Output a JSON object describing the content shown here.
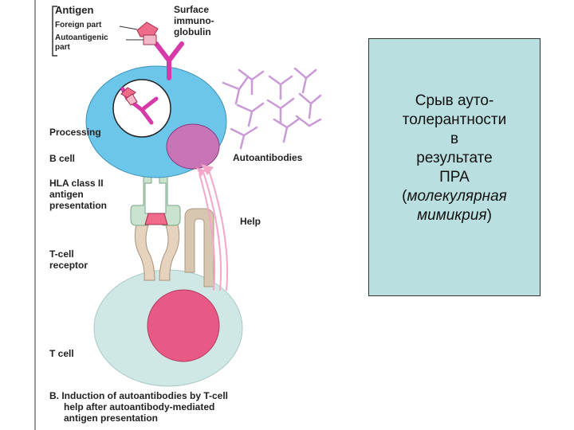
{
  "legend": {
    "antigen": "Antigen",
    "foreign_part": "Foreign part",
    "autoantigenic_part_line1": "Autoantigenic",
    "autoantigenic_part_line2": "part"
  },
  "labels": {
    "surface_ig_1": "Surface",
    "surface_ig_2": "immuno-",
    "surface_ig_3": "globulin",
    "processing": "Processing",
    "b_cell": "B cell",
    "autoantibodies": "Autoantibodies",
    "hla_1": "HLA class II",
    "hla_2": "antigen",
    "hla_3": "presentation",
    "help": "Help",
    "tcr_1": "T-cell",
    "tcr_2": "receptor",
    "t_cell": "T cell",
    "caption_1": "B. Induction of autoantibodies  by T-cell",
    "caption_2": "help after autoantibody-mediated",
    "caption_3": "antigen presentation"
  },
  "info": {
    "line1": "Срыв ауто-",
    "line2": "толерантности",
    "line3": "в",
    "line4": "результате",
    "line5": "ПРА",
    "line6_open": "(",
    "line6_italic": "молекулярная",
    "line7_italic": "мимикрия",
    "line7_close": ")"
  },
  "colors": {
    "b_cell": "#6cc6ea",
    "t_cell": "#cfe8e5",
    "nucleus_b": "#c874b6",
    "nucleus_t": "#e85a85",
    "antibody": "#d63aa8",
    "foreign_part": "#f06a8a",
    "autoantigenic_part": "#f2b8c8",
    "hla": "#c9e3cf",
    "tcr": "#e6d3bd",
    "info_box": "#b9dfe0"
  }
}
